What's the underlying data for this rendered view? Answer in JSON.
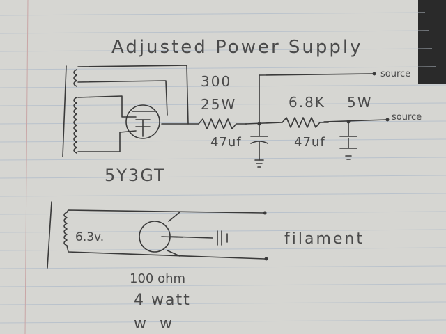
{
  "title": "Adjusted Power Supply",
  "rectifier": {
    "tube_label": "5Y3GT"
  },
  "filter": {
    "resistor1_value": "300",
    "resistor1_power": "25W",
    "cap1_label": "47uf",
    "resistor2_value": "6.8K",
    "resistor2_power": "5W",
    "cap2_label": "47uf",
    "output_top": "source",
    "output_mid": "source"
  },
  "filament": {
    "winding_label": "6.3v.",
    "label": "filament",
    "pot_line1": "100 ohm",
    "pot_line2": "4 watt",
    "pot_line3": "w w"
  },
  "colors": {
    "paper": "#d6d6d2",
    "ink": "#3a3a3a",
    "rule": "#b9c2cc"
  }
}
